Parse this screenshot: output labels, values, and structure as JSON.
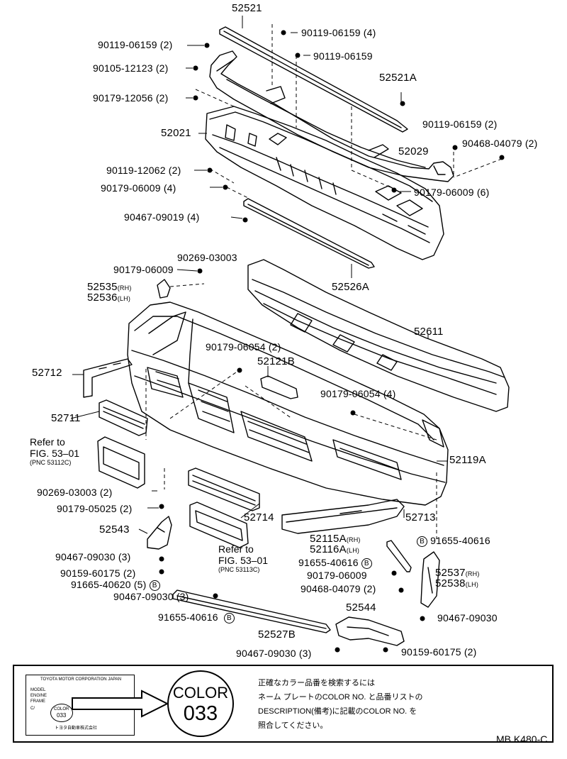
{
  "labels": {
    "p52521": "52521",
    "p90119_06159_2a": "90119-06159 (2)",
    "p90119_06159_4": "90119-06159 (4)",
    "p90105_12123_2": "90105-12123 (2)",
    "p90119_06159_b": "90119-06159",
    "p52521A": "52521A",
    "p90179_12056_2": "90179-12056 (2)",
    "p90119_06159_2b": "90119-06159 (2)",
    "p52021": "52021",
    "p90468_04079_2a": "90468-04079 (2)",
    "p52029": "52029",
    "p90119_12062_2": "90119-12062 (2)",
    "p90179_06009_4": "90179-06009 (4)",
    "p90179_06009_6": "90179-06009 (6)",
    "p90467_09019_4": "90467-09019 (4)",
    "p90269_03003_a": "90269-03003",
    "p90179_06009_a": "90179-06009",
    "p52535": "52535",
    "p52535_side": "(RH)",
    "p52536": "52536",
    "p52536_side": "(LH)",
    "p52526A": "52526A",
    "p52611": "52611",
    "p90179_06054_2": "90179-06054 (2)",
    "p52121B": "52121B",
    "p52712": "52712",
    "p90179_06054_4": "90179-06054 (4)",
    "p52711": "52711",
    "p52119A": "52119A",
    "p90269_03003_2": "90269-03003 (2)",
    "p90179_05025_2": "90179-05025 (2)",
    "p52713": "52713",
    "p52543": "52543",
    "p52714": "52714",
    "p52115A": "52115A",
    "p52115A_side": "(RH)",
    "p52116A": "52116A",
    "p52116A_side": "(LH)",
    "p91655_40616_a": "91655-40616",
    "p90467_09030_3a": "90467-09030 (3)",
    "p91655_40616_b": "91655-40616",
    "p90159_60175_2a": "90159-60175 (2)",
    "p90179_06009_b": "90179-06009",
    "p52537": "52537",
    "p52537_side": "(RH)",
    "p52538": "52538",
    "p52538_side": "(LH)",
    "p91665_40620_5": "91665-40620 (5)",
    "p90468_04079_2b": "90468-04079 (2)",
    "p90467_09030_3b": "90467-09030 (3)",
    "p52544": "52544",
    "p91655_40616_c": "91655-40616",
    "p52527B": "52527B",
    "p90467_09030_a": "90467-09030",
    "p90467_09030_3c": "90467-09030 (3)",
    "p90159_60175_2b": "90159-60175 (2)"
  },
  "markers": {
    "b": "B"
  },
  "refs": {
    "r1_line1": "Refer to",
    "r1_line2": "FIG. 53–01",
    "r1_pnc": "(PNC 53112C)",
    "r2_line1": "Refer to",
    "r2_line2": "FIG. 53–01",
    "r2_pnc": "(PNC 53113C)"
  },
  "color_info": {
    "plate_maker": "TOYOTA MOTOR CORPORATION JAPAN",
    "plate_model": "MODEL",
    "plate_engine": "ENGINE",
    "plate_frame": "FRAME",
    "plate_c_label": "C/",
    "plate_color_label": "COLOR",
    "plate_color_code": "033",
    "plate_footer": "トヨタ自動車株式会社",
    "circle_word": "COLOR",
    "circle_code": "033",
    "note_line1": "正確なカラー品番を検索するには",
    "note_line2": "ネーム プレートのCOLOR NO. と品番リストの",
    "note_line3": "DESCRIPTION(備考)に記載のCOLOR NO. を",
    "note_line4": "照合してください。"
  },
  "footer_code": "MB K480-C"
}
